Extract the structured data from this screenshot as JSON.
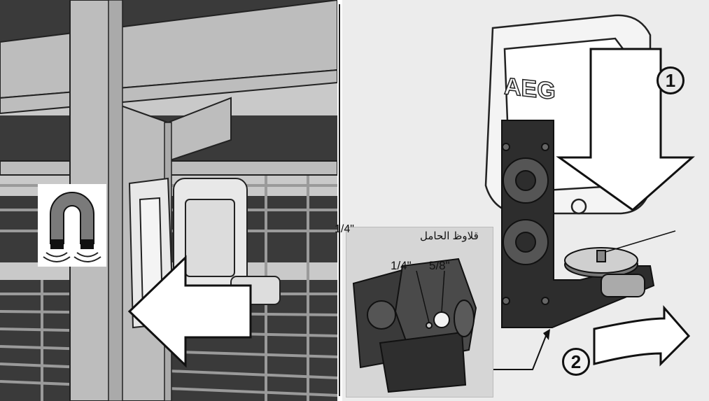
{
  "thread_label": "قلاوظ الحامل",
  "edge_label": "1/4\"",
  "thread_sizes": [
    "1/4\"",
    "5/8\""
  ],
  "steps": [
    "1",
    "2"
  ],
  "brand": "AEG",
  "icons": [
    "magnet-icon"
  ]
}
